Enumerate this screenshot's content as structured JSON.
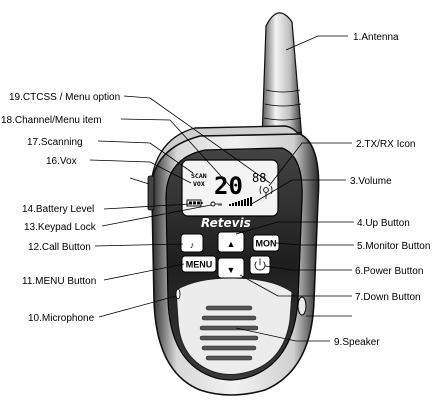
{
  "device": {
    "brand": "Retevis",
    "lcd": {
      "scan": "SCAN",
      "vox": "VOX",
      "channel": "20",
      "menu_digits": "88"
    },
    "buttons": {
      "call": "♪",
      "menu": "MENU",
      "mon": "MON",
      "up": "▲",
      "down": "▼",
      "power": "⏻"
    }
  },
  "labels": {
    "l1": "1.Antenna",
    "l2": "2.TX/RX Icon",
    "l3": "3.Volume",
    "l4": "4.Up Button",
    "l5": "5.Monitor Button",
    "l6": "6.Power Button",
    "l7": "7.Down Button",
    "l9": "9.Speaker",
    "l10": "10.Microphone",
    "l11": "11.MENU  Button",
    "l12": "12.Call Button",
    "l13": "13.Keypad Lock",
    "l14": "14.Battery Level",
    "l16": "16.Vox",
    "l17": "17.Scanning",
    "l18": "18.Channel/Menu item",
    "l19": "19.CTCSS / Menu option"
  }
}
